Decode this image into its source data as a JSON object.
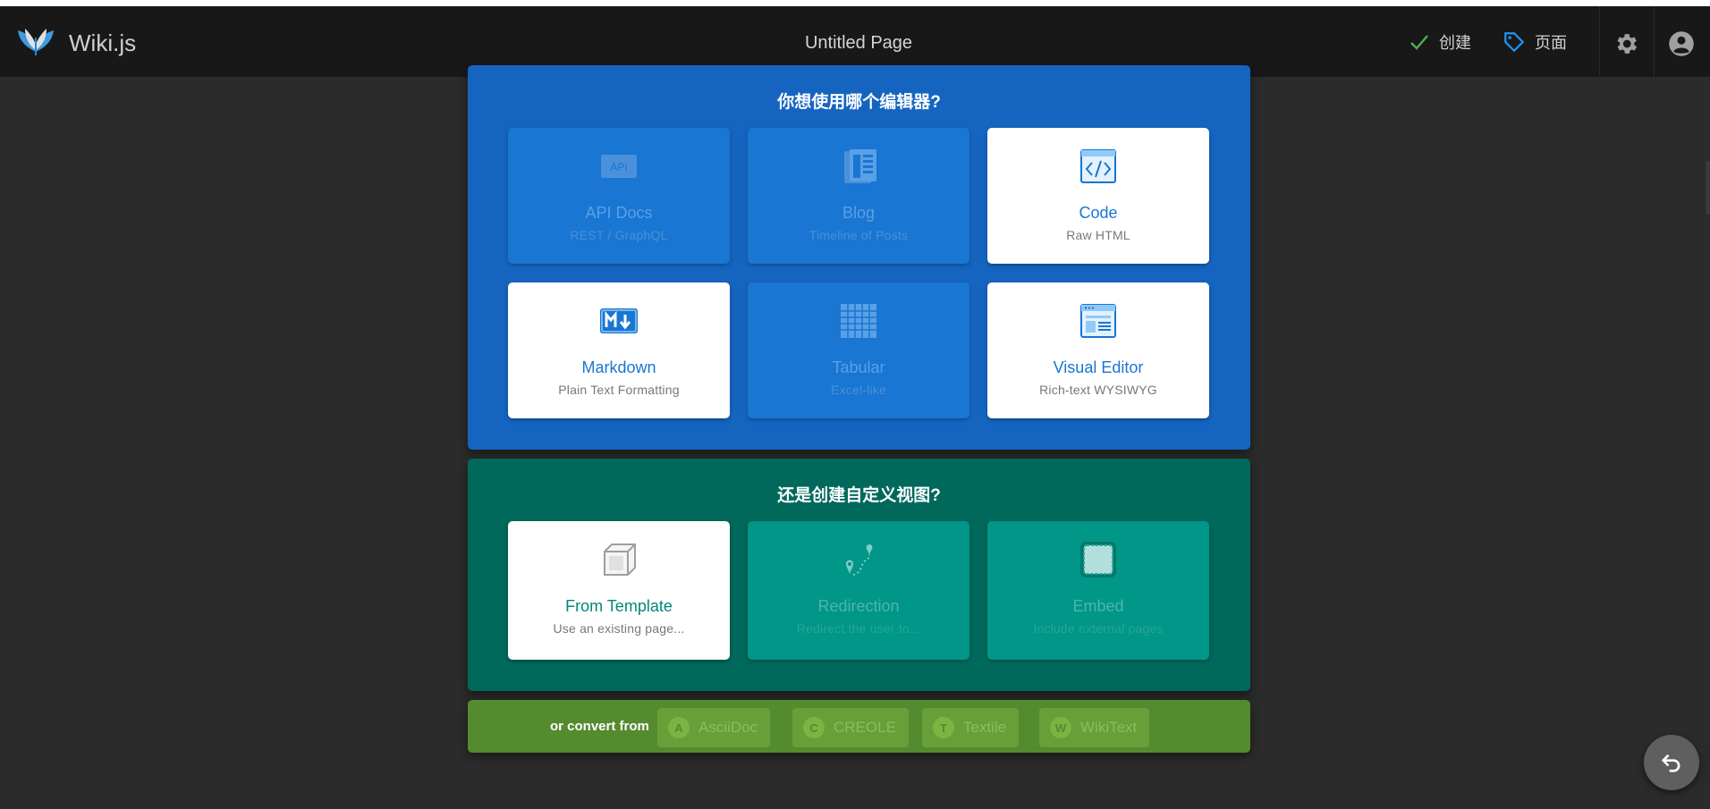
{
  "header": {
    "brand": "Wiki.js",
    "page_title": "Untitled Page",
    "create_label": "创建",
    "page_label": "页面",
    "colors": {
      "background": "#181818",
      "create_check": "#4caf50",
      "tag": "#2196f3"
    }
  },
  "editor_panel": {
    "heading": "你想使用哪个编辑器?",
    "color": "#1565c0",
    "cards": [
      {
        "title": "API Docs",
        "subtitle": "REST / GraphQL",
        "icon": "api-icon",
        "enabled": false
      },
      {
        "title": "Blog",
        "subtitle": "Timeline of Posts",
        "icon": "blog-icon",
        "enabled": false
      },
      {
        "title": "Code",
        "subtitle": "Raw HTML",
        "icon": "code-icon",
        "enabled": true
      },
      {
        "title": "Markdown",
        "subtitle": "Plain Text Formatting",
        "icon": "markdown-icon",
        "enabled": true
      },
      {
        "title": "Tabular",
        "subtitle": "Excel-like",
        "icon": "table-icon",
        "enabled": false
      },
      {
        "title": "Visual Editor",
        "subtitle": "Rich-text WYSIWYG",
        "icon": "visual-editor-icon",
        "enabled": true
      }
    ]
  },
  "custom_panel": {
    "heading": "还是创建自定义视图?",
    "color": "#00695c",
    "cards": [
      {
        "title": "From Template",
        "subtitle": "Use an existing page...",
        "icon": "cube-icon",
        "enabled": true
      },
      {
        "title": "Redirection",
        "subtitle": "Redirect the user to...",
        "icon": "route-icon",
        "enabled": false
      },
      {
        "title": "Embed",
        "subtitle": "Include external pages",
        "icon": "embed-icon",
        "enabled": false
      }
    ]
  },
  "convert_panel": {
    "label": "or convert from",
    "color": "#558b2f",
    "chips": [
      {
        "letter": "A",
        "label": "AsciiDoc"
      },
      {
        "letter": "C",
        "label": "CREOLE"
      },
      {
        "letter": "T",
        "label": "Textile"
      },
      {
        "letter": "W",
        "label": "WikiText"
      }
    ]
  }
}
